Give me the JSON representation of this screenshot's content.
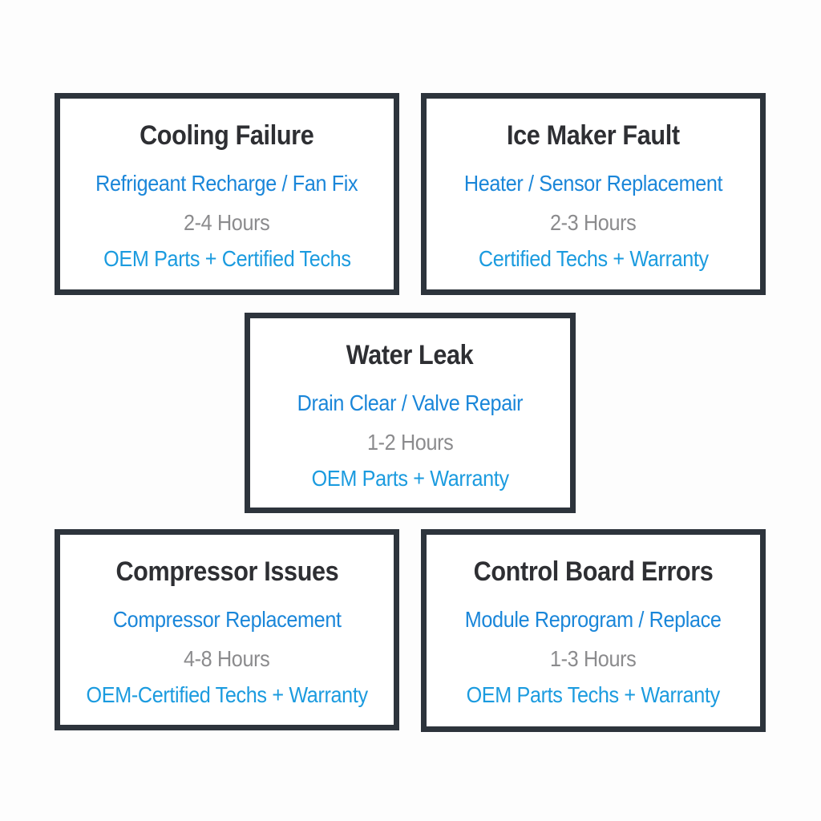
{
  "page": {
    "background_color": "#fdfdfd",
    "card_border_color": "#2d343c",
    "title_color": "#2e2f33",
    "service_text_color": "#1a86d9",
    "duration_text_color": "#8b8b8d",
    "footer_text_color": "#1b9bdf"
  },
  "cards": [
    {
      "title": "Cooling Failure",
      "service": "Refrigeant Recharge / Fan Fix",
      "duration": "2-4 Hours",
      "footer": "OEM Parts + Certified Techs"
    },
    {
      "title": "Ice Maker Fault",
      "service": "Heater / Sensor Replacement",
      "duration": "2-3 Hours",
      "footer": "Certified Techs + Warranty"
    },
    {
      "title": "Water Leak",
      "service": "Drain Clear / Valve Repair",
      "duration": "1-2 Hours",
      "footer": "OEM Parts + Warranty"
    },
    {
      "title": "Compressor Issues",
      "service": "Compressor Replacement",
      "duration": "4-8 Hours",
      "footer": "OEM-Certified Techs + Warranty"
    },
    {
      "title": "Control Board Errors",
      "service": "Module Reprogram / Replace",
      "duration": "1-3 Hours",
      "footer": "OEM Parts Techs + Warranty"
    }
  ]
}
